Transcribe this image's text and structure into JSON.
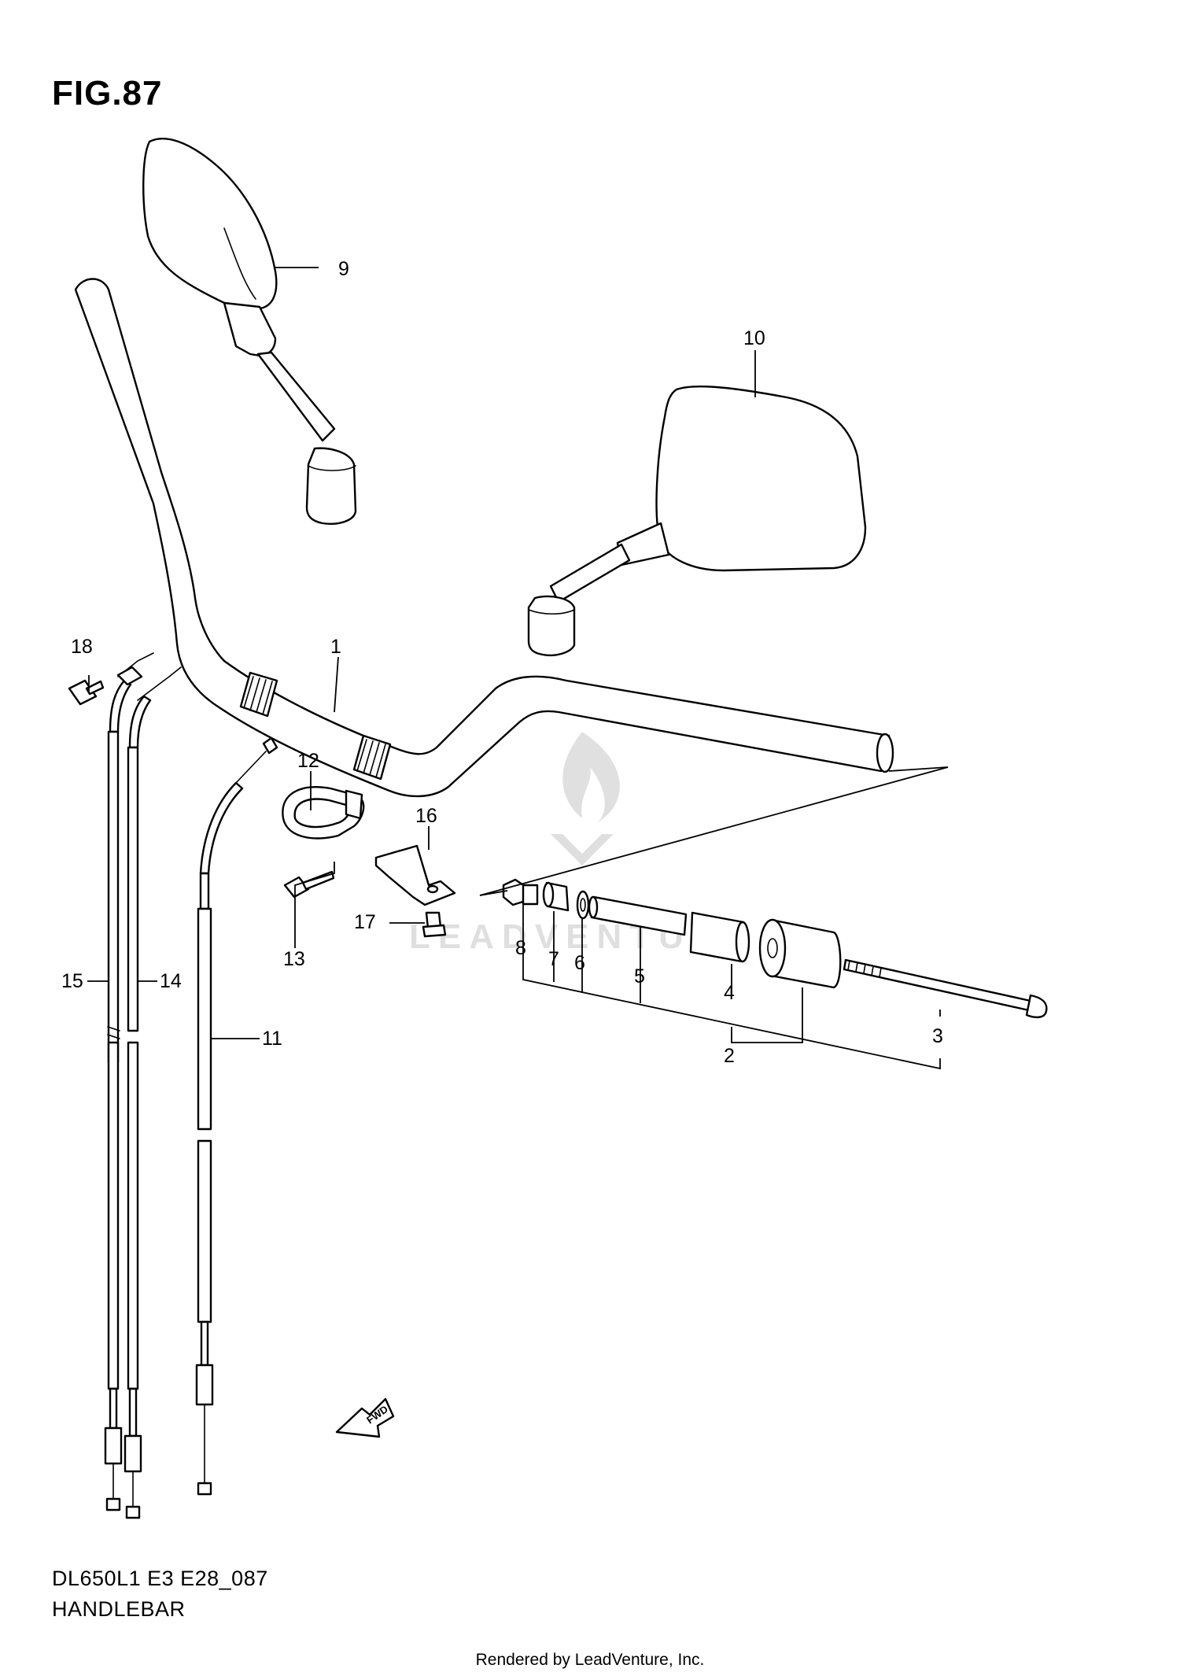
{
  "figure": {
    "title": "FIG.87"
  },
  "model_code": "DL650L1 E3 E28_087",
  "section_name": "HANDLEBAR",
  "footer": "Rendered by LeadVenture, Inc.",
  "watermark": "LEADVENTURE",
  "fwd_label": "FWD",
  "callouts": [
    "1",
    "2",
    "3",
    "4",
    "5",
    "6",
    "7",
    "8",
    "9",
    "10",
    "11",
    "12",
    "13",
    "14",
    "15",
    "16",
    "17",
    "18"
  ]
}
